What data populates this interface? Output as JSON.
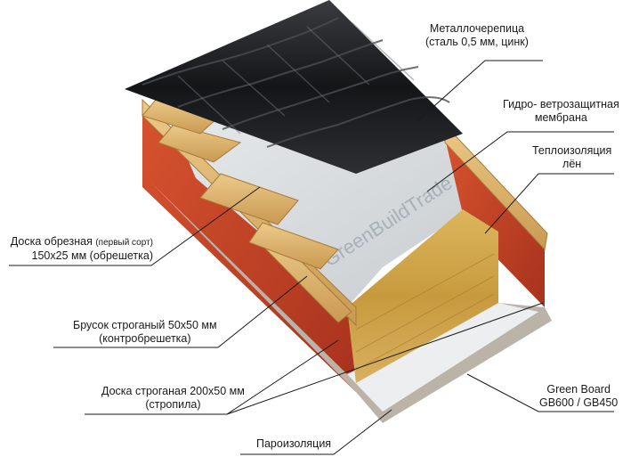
{
  "watermark": "GreenBuildTrade",
  "labels": {
    "roof_tile": {
      "line1": "Металлочерепица",
      "line2": "(сталь 0,5 мм, цинк)"
    },
    "membrane": {
      "line1": "Гидро- ветрозащитная",
      "line2": "мембрана"
    },
    "insulation": {
      "line1": "Теплоизоляция",
      "line2": "лён"
    },
    "lathing": {
      "line1_main": "Доска обрезная",
      "line1_small": "(первый сорт)",
      "line2": "150х25 мм (обрешетка)"
    },
    "counter_lath": {
      "line1": "Брусок строганый 50х50 мм",
      "line2": "(контробрешетка)"
    },
    "rafter": {
      "line1": "Доска строганая 200х50 мм",
      "line2": "(стропила)"
    },
    "green_board": {
      "line1": "Green Board",
      "line2": "GB600 / GB450"
    },
    "vapor_barrier": {
      "line1": "Пароизоляция"
    }
  },
  "colors": {
    "wood": "#dcb06a",
    "brick_red": "#c9432a",
    "roof_black": "#1b1c1e",
    "membrane": "#d9dde0",
    "insulation": "#c9a24a",
    "board_grey": "#b9b3a8"
  }
}
